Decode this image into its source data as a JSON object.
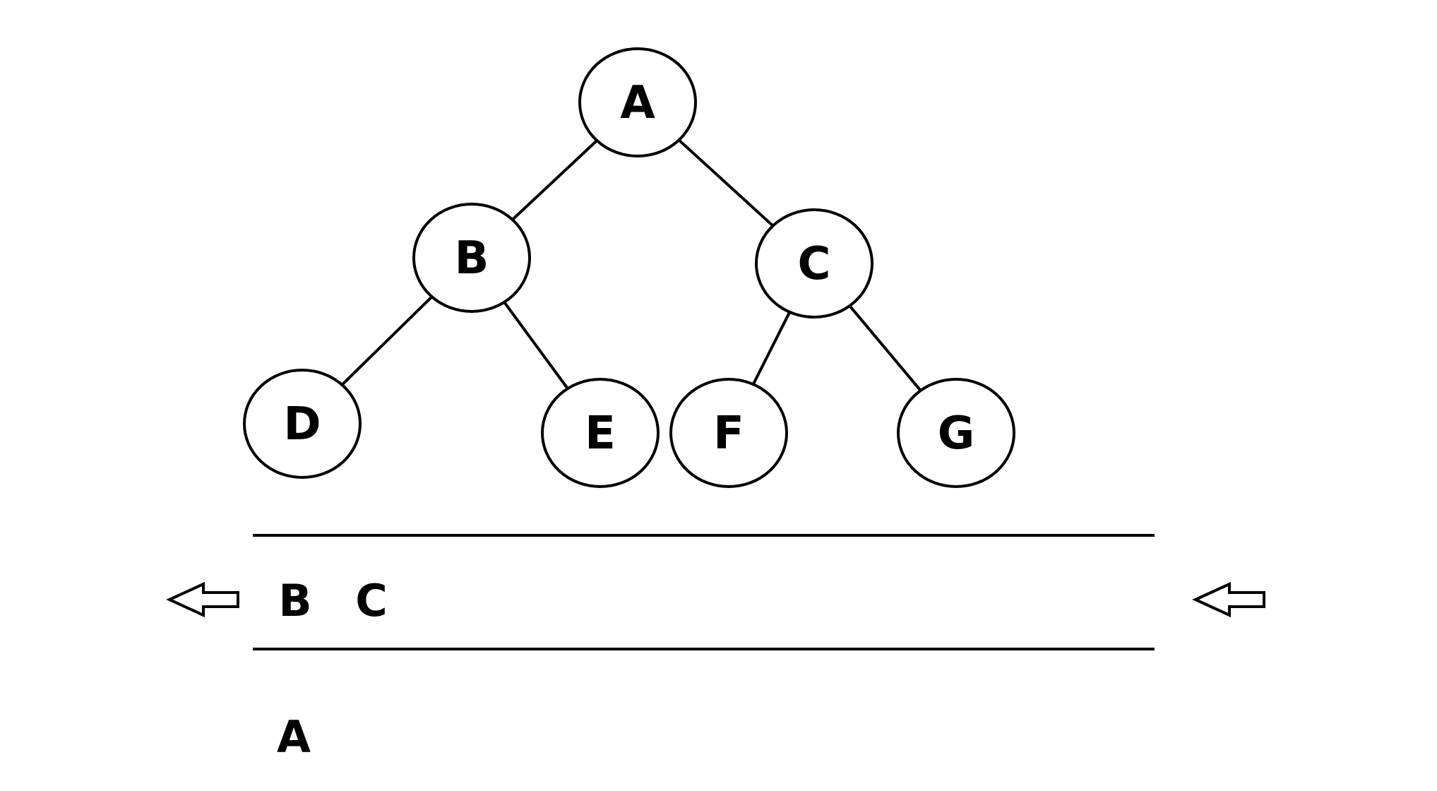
{
  "tree": {
    "nodes": [
      {
        "id": "A",
        "label": "A"
      },
      {
        "id": "B",
        "label": "B"
      },
      {
        "id": "C",
        "label": "C"
      },
      {
        "id": "D",
        "label": "D"
      },
      {
        "id": "E",
        "label": "E"
      },
      {
        "id": "F",
        "label": "F"
      },
      {
        "id": "G",
        "label": "G"
      }
    ],
    "edges": [
      {
        "from": "A",
        "to": "B"
      },
      {
        "from": "A",
        "to": "C"
      },
      {
        "from": "B",
        "to": "D"
      },
      {
        "from": "B",
        "to": "E"
      },
      {
        "from": "C",
        "to": "F"
      },
      {
        "from": "C",
        "to": "G"
      }
    ]
  },
  "queue": {
    "items": [
      "B",
      "C"
    ]
  },
  "output": {
    "items": [
      "A"
    ]
  },
  "colors": {
    "stroke": "#000000",
    "background": "#ffffff"
  }
}
